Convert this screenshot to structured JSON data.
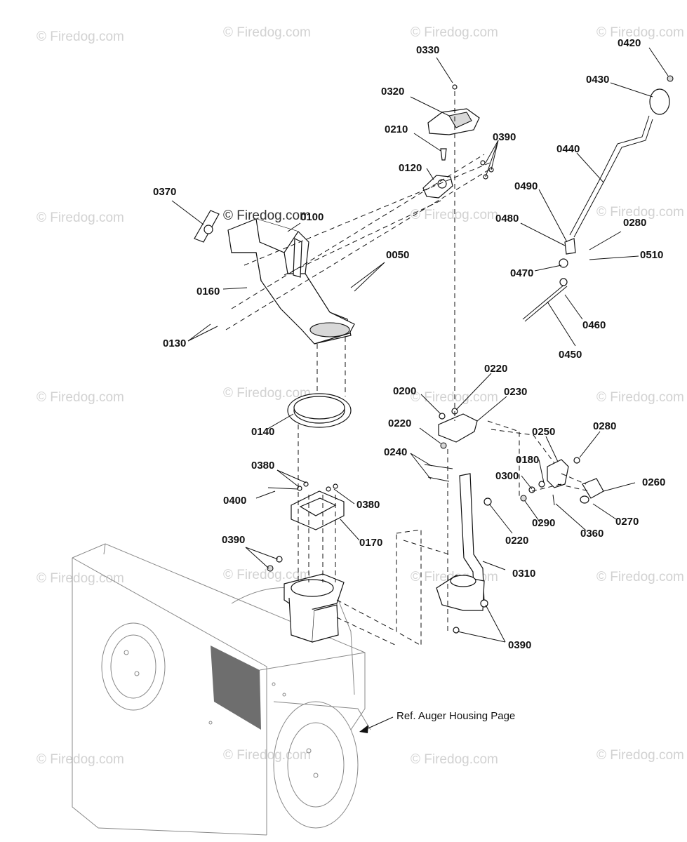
{
  "watermark": "© Firedog.com",
  "reference_note": "Ref. Auger Housing Page",
  "callouts": [
    "0330",
    "0320",
    "0210",
    "0390",
    "0120",
    "0420",
    "0430",
    "0440",
    "0490",
    "0480",
    "0280",
    "0510",
    "0470",
    "0460",
    "0450",
    "0370",
    "0100",
    "0050",
    "0160",
    "0130",
    "0140",
    "0200",
    "0220",
    "0230",
    "0220",
    "0240",
    "0250",
    "0280",
    "0180",
    "0300",
    "0260",
    "0270",
    "0290",
    "0360",
    "0220",
    "0380",
    "0400",
    "0380",
    "0170",
    "0390",
    "0310",
    "0390"
  ]
}
